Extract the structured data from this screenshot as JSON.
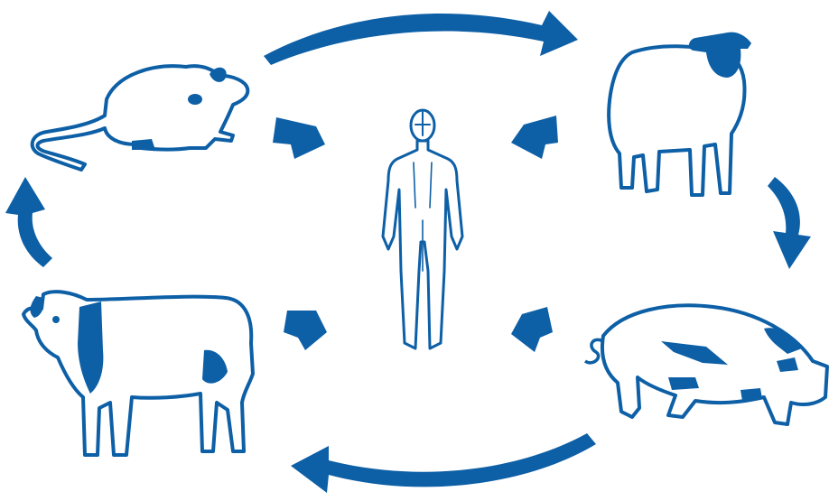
{
  "colors": {
    "primary": "#0d5fa6",
    "fill": "#ffffff"
  },
  "nodes": [
    {
      "id": "human",
      "icon": "human-figure-icon"
    },
    {
      "id": "rat",
      "icon": "rat-icon"
    },
    {
      "id": "sheep",
      "icon": "sheep-icon"
    },
    {
      "id": "pig",
      "icon": "pig-icon"
    },
    {
      "id": "cow",
      "icon": "cow-icon"
    }
  ],
  "edges": [
    {
      "from": "rat",
      "to": "sheep",
      "kind": "cycle"
    },
    {
      "from": "sheep",
      "to": "pig",
      "kind": "cycle"
    },
    {
      "from": "pig",
      "to": "cow",
      "kind": "cycle"
    },
    {
      "from": "cow",
      "to": "rat",
      "kind": "cycle"
    },
    {
      "from": "rat",
      "to": "human",
      "kind": "transmission"
    },
    {
      "from": "sheep",
      "to": "human",
      "kind": "transmission"
    },
    {
      "from": "cow",
      "to": "human",
      "kind": "transmission"
    },
    {
      "from": "pig",
      "to": "human",
      "kind": "transmission"
    }
  ]
}
